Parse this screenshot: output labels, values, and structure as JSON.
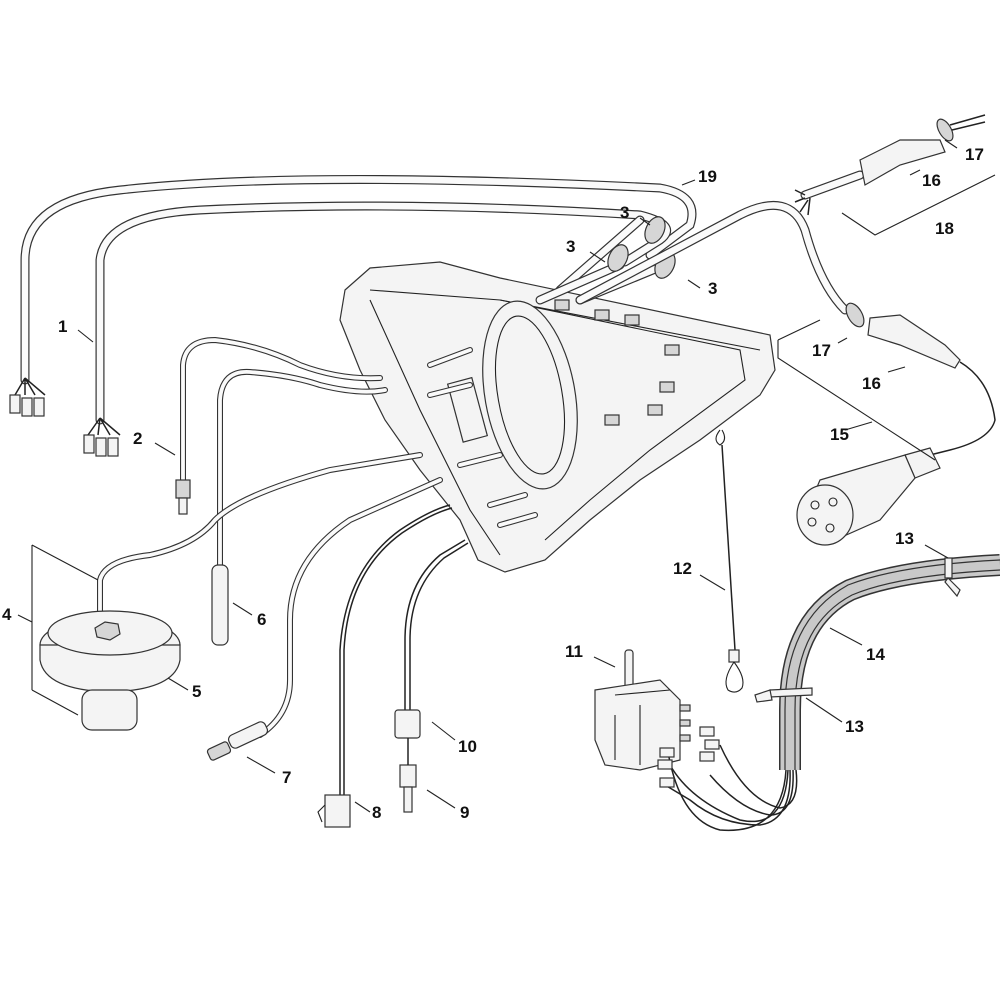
{
  "diagram": {
    "title": "Wiring harness exploded parts view",
    "callouts": [
      {
        "id": "1",
        "label": "1"
      },
      {
        "id": "2",
        "label": "2"
      },
      {
        "id": "3a",
        "label": "3"
      },
      {
        "id": "3b",
        "label": "3"
      },
      {
        "id": "3c",
        "label": "3"
      },
      {
        "id": "4",
        "label": "4"
      },
      {
        "id": "5",
        "label": "5"
      },
      {
        "id": "6",
        "label": "6"
      },
      {
        "id": "7",
        "label": "7"
      },
      {
        "id": "8",
        "label": "8"
      },
      {
        "id": "9",
        "label": "9"
      },
      {
        "id": "10",
        "label": "10"
      },
      {
        "id": "11",
        "label": "11"
      },
      {
        "id": "12",
        "label": "12"
      },
      {
        "id": "13a",
        "label": "13"
      },
      {
        "id": "13b",
        "label": "13"
      },
      {
        "id": "14",
        "label": "14"
      },
      {
        "id": "15",
        "label": "15"
      },
      {
        "id": "16a",
        "label": "16"
      },
      {
        "id": "16b",
        "label": "16"
      },
      {
        "id": "17a",
        "label": "17"
      },
      {
        "id": "17b",
        "label": "17"
      },
      {
        "id": "18",
        "label": "18"
      },
      {
        "id": "19",
        "label": "19"
      }
    ],
    "parts": {
      "wire_harness_pair": "1",
      "probe_connector": "2",
      "grommet": "3",
      "pressure_switch_assembly": "4",
      "pressure_switch": "5",
      "temperature_probe": "6",
      "sensor": "7",
      "microswitch": "8",
      "fitting": "9",
      "nut": "10",
      "rotary_switch": "11",
      "safety_cable": "12",
      "cable_tie": "13",
      "sheath_harness": "14",
      "power_cord_with_plug": "15",
      "cable_gland": "16",
      "gland_nut": "17",
      "power_cord": "18",
      "main_harness": "19"
    }
  }
}
